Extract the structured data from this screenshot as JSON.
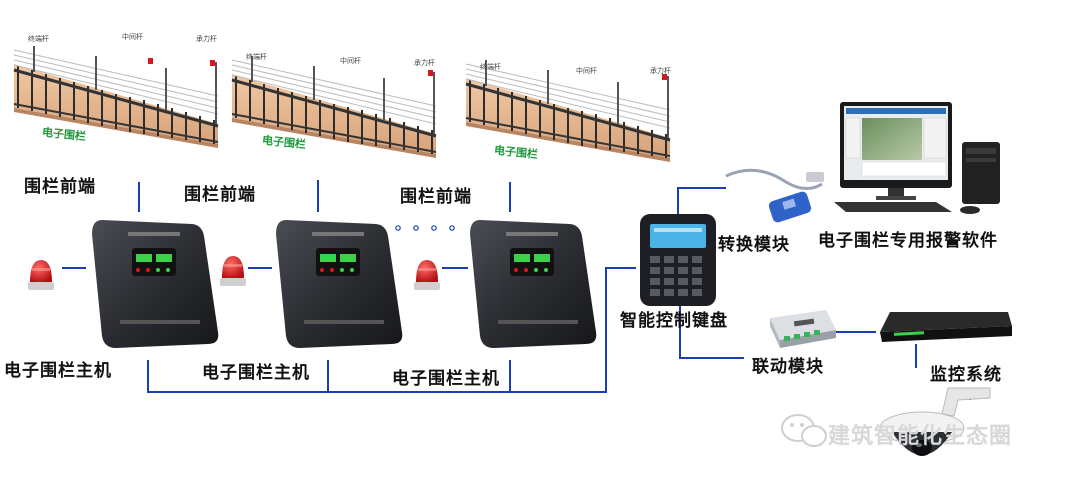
{
  "fence_segments": [
    {
      "caption": "电子围栏",
      "terminal_pole": "终端杆",
      "middle_pole": "中间杆",
      "tension_pole": "承力杆"
    },
    {
      "caption": "电子围栏",
      "terminal_pole": "终端杆",
      "middle_pole": "中间杆",
      "tension_pole": "承力杆"
    },
    {
      "caption": "电子围栏",
      "terminal_pole": "终端杆",
      "middle_pole": "中间杆",
      "tension_pole": "承力杆"
    }
  ],
  "labels": {
    "front_end": [
      "围栏前端",
      "围栏前端",
      "围栏前端"
    ],
    "host": [
      "电子围栏主机",
      "电子围栏主机",
      "电子围栏主机"
    ],
    "keyboard": "智能控制键盘",
    "converter": "转换模块",
    "software": "电子围栏专用报警软件",
    "linkage": "联动模块",
    "monitoring": "监控系统"
  },
  "watermark": "建筑智能化生态圈",
  "colors": {
    "link_line": "#1a3fb5",
    "fence_caption": "#1e9a3c",
    "alarm_red": "#d8161d",
    "host_body": "#2a2c31"
  }
}
